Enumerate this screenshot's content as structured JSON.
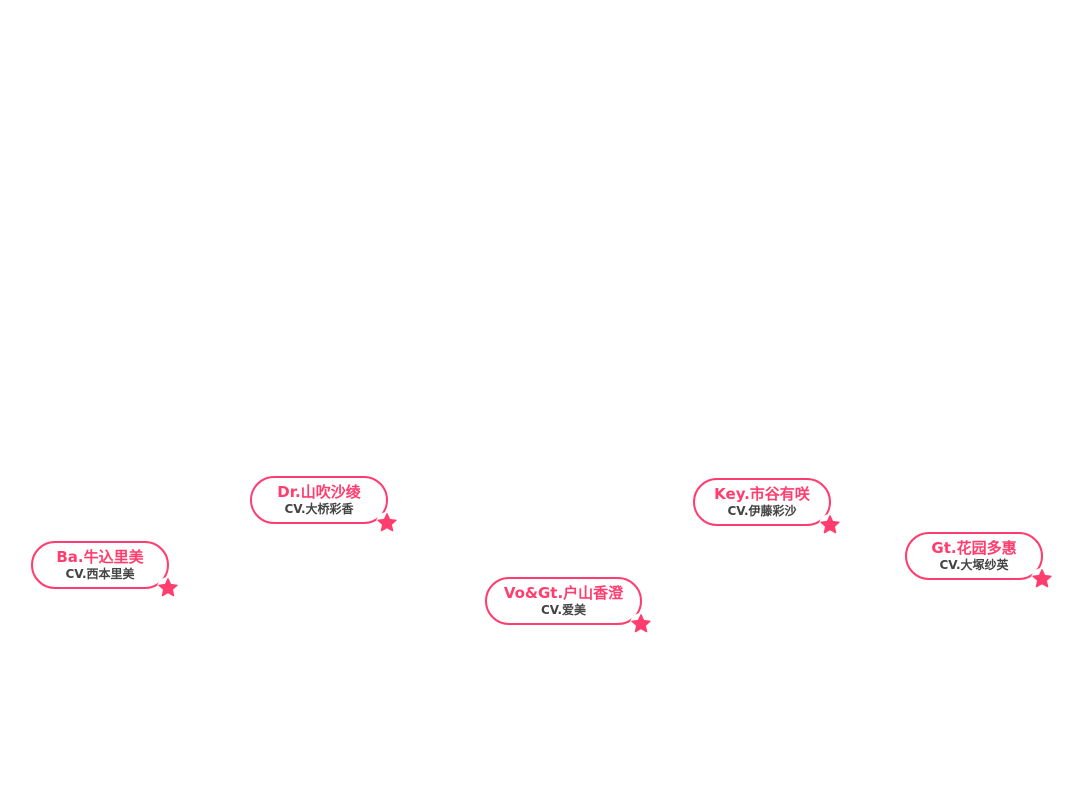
{
  "accent_color": "#ff3d6e",
  "members": [
    {
      "name": "Ba.牛込里美",
      "cv": "CV.西本里美",
      "icon": "star-icon"
    },
    {
      "name": "Dr.山吹沙绫",
      "cv": "CV.大桥彩香",
      "icon": "star-icon"
    },
    {
      "name": "Vo&Gt.户山香澄",
      "cv": "CV.爱美",
      "icon": "star-icon"
    },
    {
      "name": "Key.市谷有咲",
      "cv": "CV.伊藤彩沙",
      "icon": "star-icon"
    },
    {
      "name": "Gt.花园多惠",
      "cv": "CV.大塚纱英",
      "icon": "star-icon"
    }
  ]
}
